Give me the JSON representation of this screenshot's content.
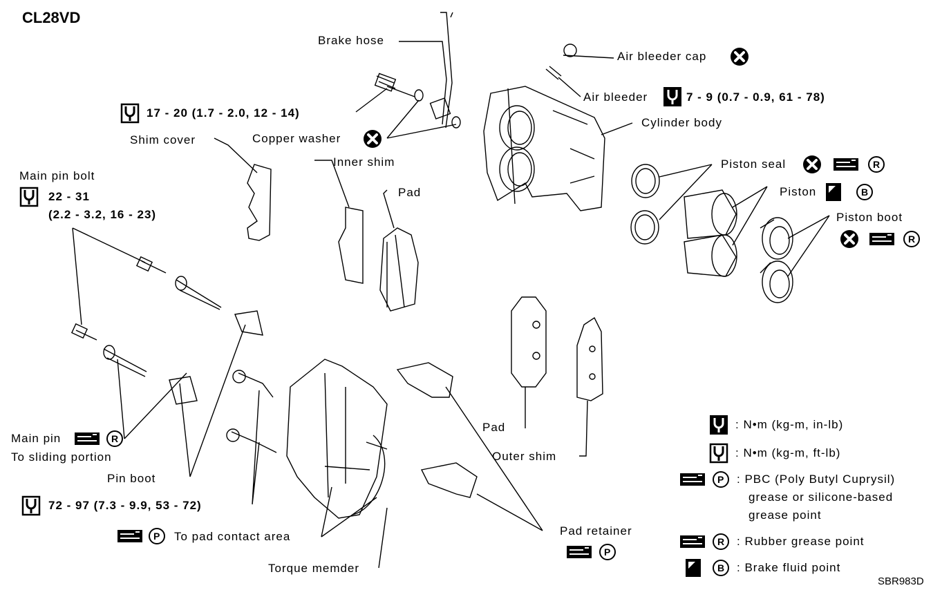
{
  "model": "CL28VD",
  "fig_code": "SBR983D",
  "labels": {
    "brake_hose": "Brake hose",
    "air_bleeder_cap": "Air bleeder cap",
    "air_bleeder": "Air bleeder",
    "air_bleeder_torque": "7 - 9 (0.7 - 0.9, 61 - 78)",
    "hose_bolt_torque": "17 - 20 (1.7 - 2.0, 12 - 14)",
    "cylinder_body": "Cylinder body",
    "shim_cover": "Shim cover",
    "copper_washer": "Copper washer",
    "inner_shim": "Inner shim",
    "pad_upper": "Pad",
    "piston_seal": "Piston seal",
    "piston": "Piston",
    "piston_boot": "Piston boot",
    "main_pin_bolt": "Main pin bolt",
    "main_pin_bolt_torque_1": "22 - 31",
    "main_pin_bolt_torque_2": "(2.2 - 3.2, 16 - 23)",
    "main_pin": "Main pin",
    "to_sliding_portion": "To sliding portion",
    "pin_boot": "Pin boot",
    "torque_member_bolt_torque": "72 - 97 (7.3 - 9.9, 53 - 72)",
    "to_pad_contact_area": "To pad contact area",
    "torque_member": "Torque memder",
    "pad_lower": "Pad",
    "outer_shim": "Outer shim",
    "pad_retainer": "Pad retainer"
  },
  "legend": {
    "nm_in_lb": ": N•m (kg-m, in-lb)",
    "nm_ft_lb": ": N•m (kg-m, ft-lb)",
    "pbc_1": ": PBC (Poly Butyl Cuprysil)",
    "pbc_2": "grease or silicone-based",
    "pbc_3": "grease point",
    "rubber_grease": ": Rubber grease point",
    "brake_fluid": ": Brake fluid point"
  },
  "symbols": {
    "P": "P",
    "R": "R",
    "B": "B"
  },
  "icons": {
    "replace": "x-circle-icon",
    "torque_ft": "torque-wrench-icon",
    "torque_in": "torque-wrench-in-icon",
    "grease": "grease-gun-icon",
    "fluid": "fluid-can-icon"
  }
}
